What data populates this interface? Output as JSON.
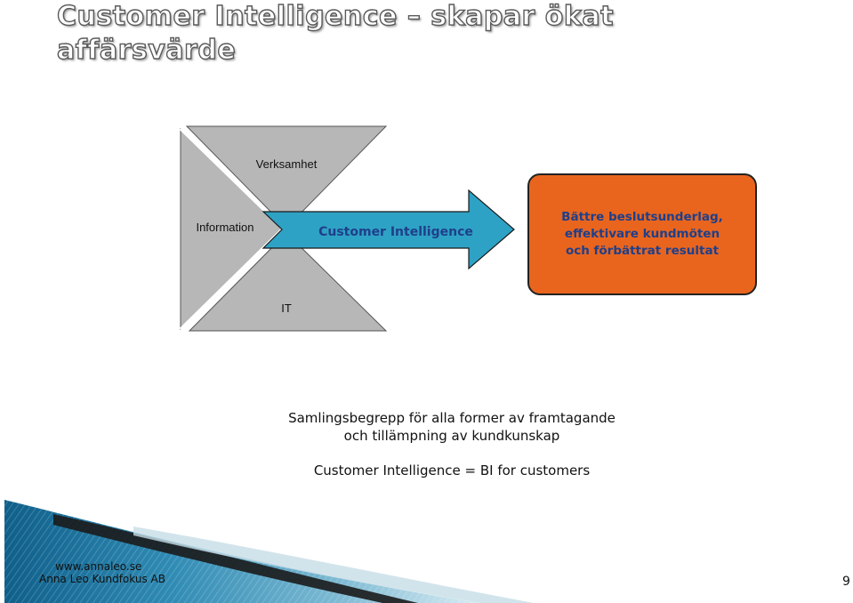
{
  "slide": {
    "title_line1": "Customer Intelligence – skapar ökat",
    "title_line2": "affärsvärde",
    "page_number": "9"
  },
  "diagram": {
    "top_label": "Verksamhet",
    "left_label": "Information",
    "bottom_label": "IT",
    "arrow_label": "Customer Intelligence",
    "result_lines": [
      "Bättre beslutsunderlag,",
      "effektivare kundmöten",
      "och förbättrat resultat"
    ]
  },
  "description": {
    "line1": "Samlingsbegrepp för alla former av framtagande",
    "line2": "och tillämpning av kundkunskap",
    "line3": "Customer Intelligence = BI for customers"
  },
  "footer": {
    "website": "www.annaleo.se",
    "company": "Anna Leo Kundfokus AB"
  },
  "colors": {
    "triangle_fill": "#b7b7b7",
    "arrow_fill": "#2ea2c5",
    "result_fill": "#e9651e",
    "result_text": "#1f3f8a",
    "arrow_text": "#1f3f8a"
  }
}
